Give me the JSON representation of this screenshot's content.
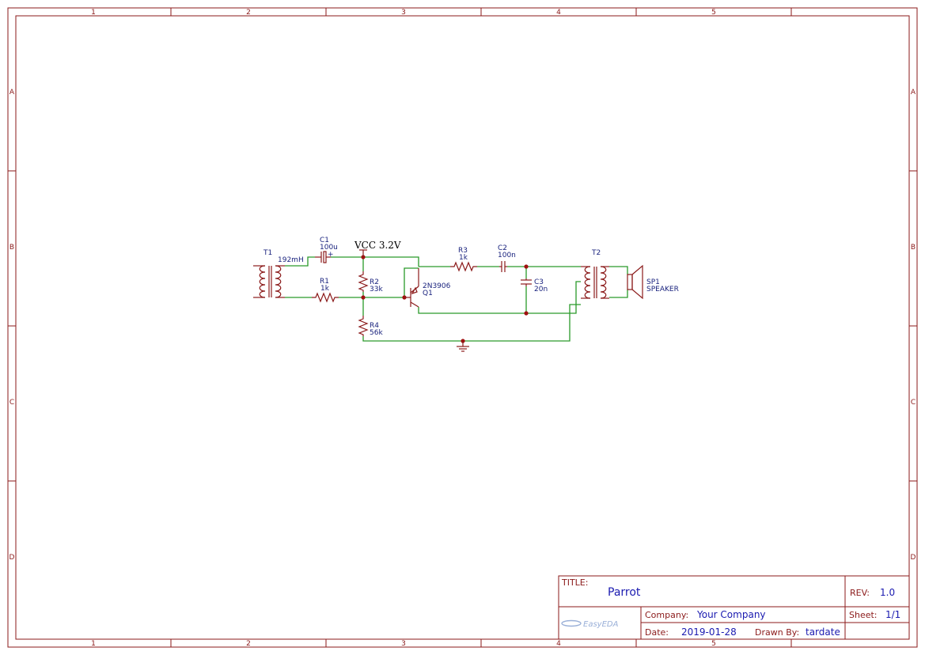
{
  "frame": {
    "columns": [
      "1",
      "2",
      "3",
      "4",
      "5"
    ],
    "rows": [
      "A",
      "B",
      "C",
      "D"
    ]
  },
  "components": {
    "t1": {
      "ref": "T1",
      "value": "192mH"
    },
    "c1": {
      "ref": "C1",
      "value": "100u",
      "polarity": "+"
    },
    "r1": {
      "ref": "R1",
      "value": "1k"
    },
    "r2": {
      "ref": "R2",
      "value": "33k"
    },
    "r4": {
      "ref": "R4",
      "value": "56k"
    },
    "q1": {
      "ref": "Q1",
      "value": "2N3906"
    },
    "r3": {
      "ref": "R3",
      "value": "1k"
    },
    "c2": {
      "ref": "C2",
      "value": "100n"
    },
    "c3": {
      "ref": "C3",
      "value": "20n"
    },
    "t2": {
      "ref": "T2"
    },
    "sp1": {
      "ref": "SP1",
      "value": "SPEAKER"
    }
  },
  "power": {
    "vcc_label": "VCC 3.2V"
  },
  "title_block": {
    "title_label": "TITLE:",
    "title": "Parrot",
    "rev_label": "REV:",
    "rev": "1.0",
    "company_label": "Company:",
    "company": "Your Company",
    "sheet_label": "Sheet:",
    "sheet": "1/1",
    "date_label": "Date:",
    "date": "2019-01-28",
    "drawn_by_label": "Drawn By:",
    "drawn_by": "tardate",
    "logo_text": "EasyEDA"
  },
  "colors": {
    "frame": "#8b1a1a",
    "wire": "#2a9a2a",
    "component": "#8b1a1a",
    "designator": "#1a237e",
    "title_value": "#1a1ab0"
  }
}
